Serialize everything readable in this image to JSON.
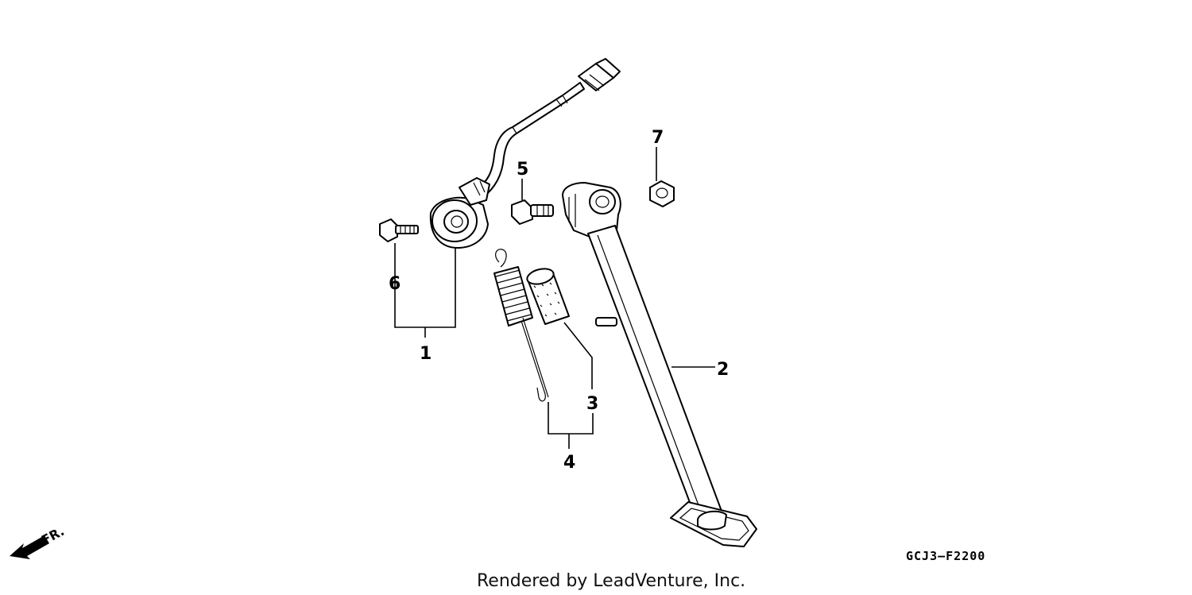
{
  "callouts": {
    "c1": "1",
    "c2": "2",
    "c3": "3",
    "c4": "4",
    "c5": "5",
    "c6": "6",
    "c7": "7"
  },
  "diagram_code": "GCJ3—F2200",
  "front_label": "FR.",
  "credit": "Rendered by LeadVenture, Inc.",
  "icons": {
    "front_arrow": "front-direction-arrow-icon"
  }
}
